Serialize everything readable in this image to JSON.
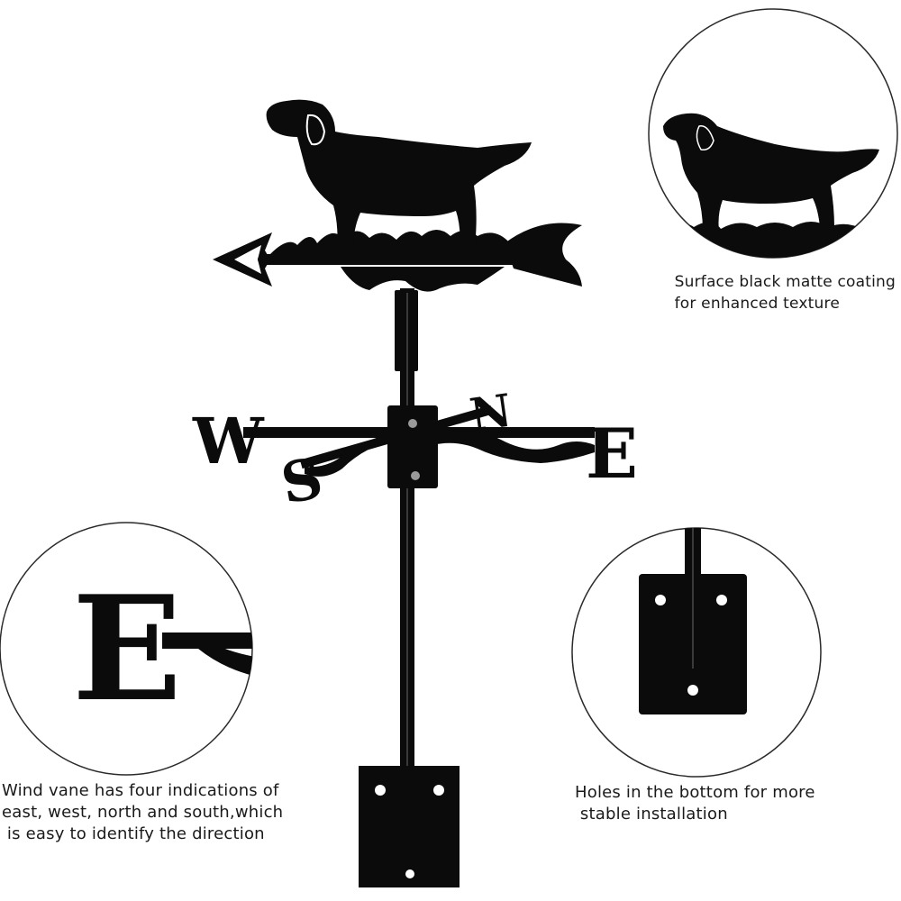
{
  "captions": {
    "coating": " Surface black matte coating\n for enhanced texture",
    "directions": "Wind vane has four indications of\neast, west, north and south,which\n is easy to identify the direction",
    "holes": "Holes in the bottom for more\n stable installation"
  },
  "compass_letters": {
    "west": "W",
    "east": "E",
    "north": "N",
    "south": "S",
    "detail": "E"
  },
  "colors": {
    "metal": "#0b0b0b",
    "circle_outline": "#2a2a2a",
    "background": "#ffffff"
  }
}
